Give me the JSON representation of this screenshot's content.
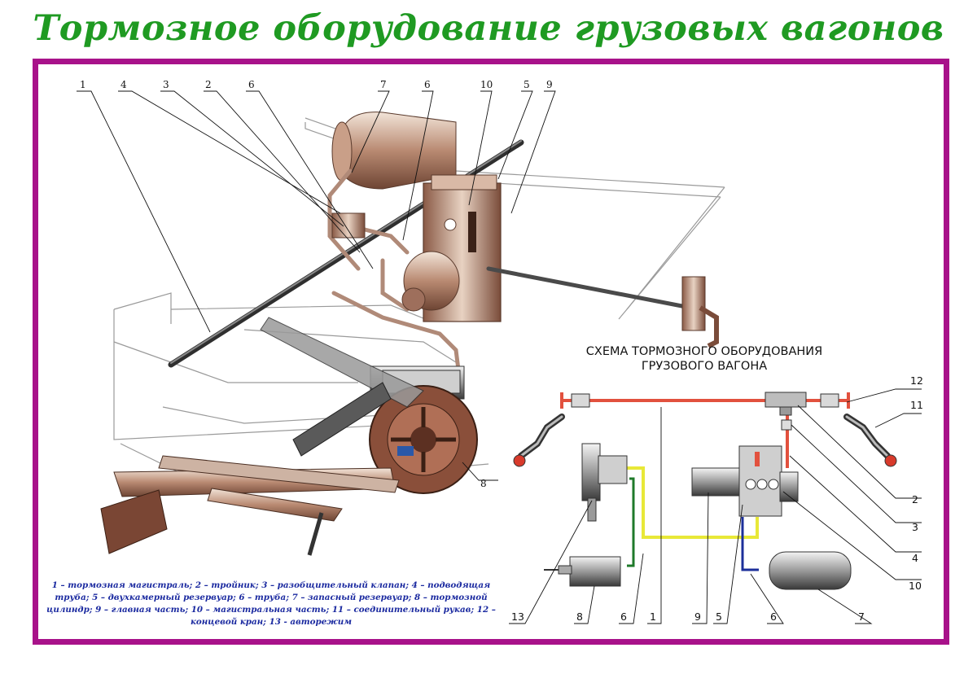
{
  "title": "Тормозное оборудование грузовых вагонов",
  "schema_title_line1": "СХЕМА ТОРМОЗНОГО ОБОРУДОВАНИЯ",
  "schema_title_line2": "ГРУЗОВОГО ВАГОНА",
  "caption": "1 – тормозная магистраль; 2 – тройник; 3 – разобщительный клапан; 4 – подводящая труба; 5 – двухкамерный резервуар; 6 – труба; 7 – запасный резервуар; 8 – тормозной цилиндр; 9 – главная часть; 10 – магистральная часть; 11 – соединительный рукав; 12 – концевой кран; 13 - авторежим",
  "labels_top": [
    "1",
    "4",
    "3",
    "2",
    "6",
    "7",
    "6",
    "10",
    "5",
    "9"
  ],
  "label_8_main": "8",
  "labels_right": [
    "12",
    "11",
    "2",
    "3",
    "4",
    "10"
  ],
  "labels_bottom": [
    "13",
    "8",
    "6",
    "1",
    "9",
    "5",
    "6",
    "7"
  ],
  "colors": {
    "title": "#1f9a22",
    "frame": "#a8128a",
    "caption": "#1b2aa0",
    "brake_line": "#e2513e",
    "supply_pipe": "#e8e838",
    "green_pipe": "#1f7a2a",
    "blue_pipe": "#1c2f9a"
  }
}
